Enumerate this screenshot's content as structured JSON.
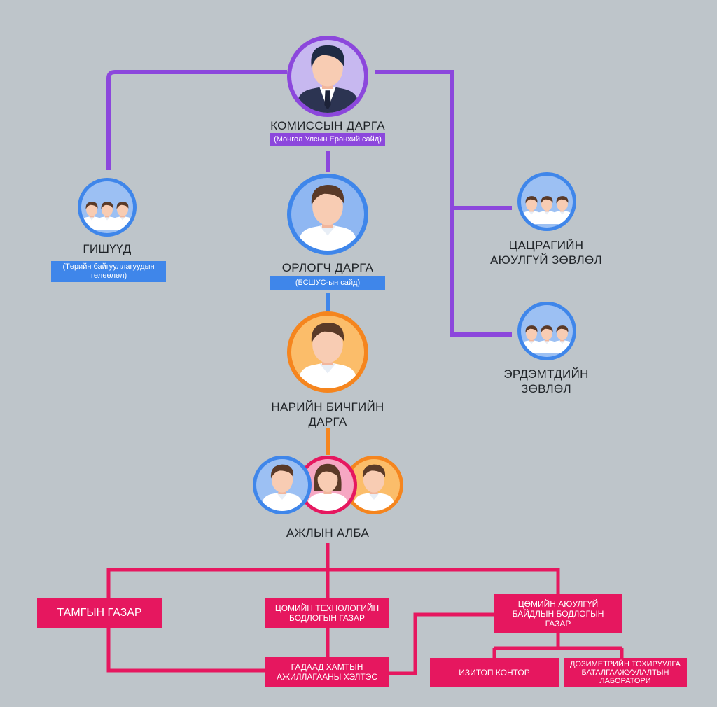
{
  "chairman": {
    "title": "КОМИССЫН ДАРГА",
    "subtitle": "(Монгол Улсын Ерөнхий сайд)",
    "icon": "businessman-avatar-icon"
  },
  "members": {
    "title": "ГИШҮҮД",
    "subtitle": "(Төрийн байгууллагуудын төлөөлөл)",
    "icon": "group-people-icon"
  },
  "deputy": {
    "title": "ОРЛОГЧ ДАРГА",
    "subtitle": "(БСШУС-ын сайд)",
    "icon": "person-avatar-icon"
  },
  "radiation_council": {
    "line1": "ЦАЦРАГИЙН",
    "line2": "АЮУЛГҮЙ ЗӨВЛӨЛ",
    "icon": "group-people-icon"
  },
  "science_council": {
    "line1": "ЭРДЭМТДИЙН",
    "line2": "ЗӨВЛӨЛ",
    "icon": "group-people-icon"
  },
  "secretary": {
    "line1": "НАРИЙН БИЧГИЙН",
    "line2": "ДАРГА",
    "icon": "person-avatar-icon"
  },
  "office": {
    "title": "АЖЛЫН АЛБА",
    "icon": "staff-trio-icon"
  },
  "departments": {
    "secretariat": "ТАМГЫН ГАЗАР",
    "nuclear_tech": [
      "ЦӨМИЙН ТЕХНОЛОГИЙН",
      "БОДЛОГЫН ГАЗАР"
    ],
    "nuclear_safety": [
      "ЦӨМИЙН АЮУЛГҮЙ",
      "БАЙДЛЫН БОДЛОГЫН",
      "ГАЗАР"
    ],
    "foreign": [
      "ГАДААД ХАМТЫН",
      "АЖИЛЛАГААНЫ ХЭЛТЭС"
    ],
    "isotope": "ИЗИТОП КОНТОР",
    "dosimetry": [
      "ДОЗИМЕТРИЙН ТОХИРУУЛГА",
      "БАТАЛГААЖУУЛАЛТЫН",
      "ЛАБОРАТОРИ"
    ]
  },
  "colors": {
    "background": "#bec5ca",
    "purple": "#8c47dc",
    "blue": "#3f86ea",
    "orange": "#f5851e",
    "pink": "#e6175f"
  }
}
